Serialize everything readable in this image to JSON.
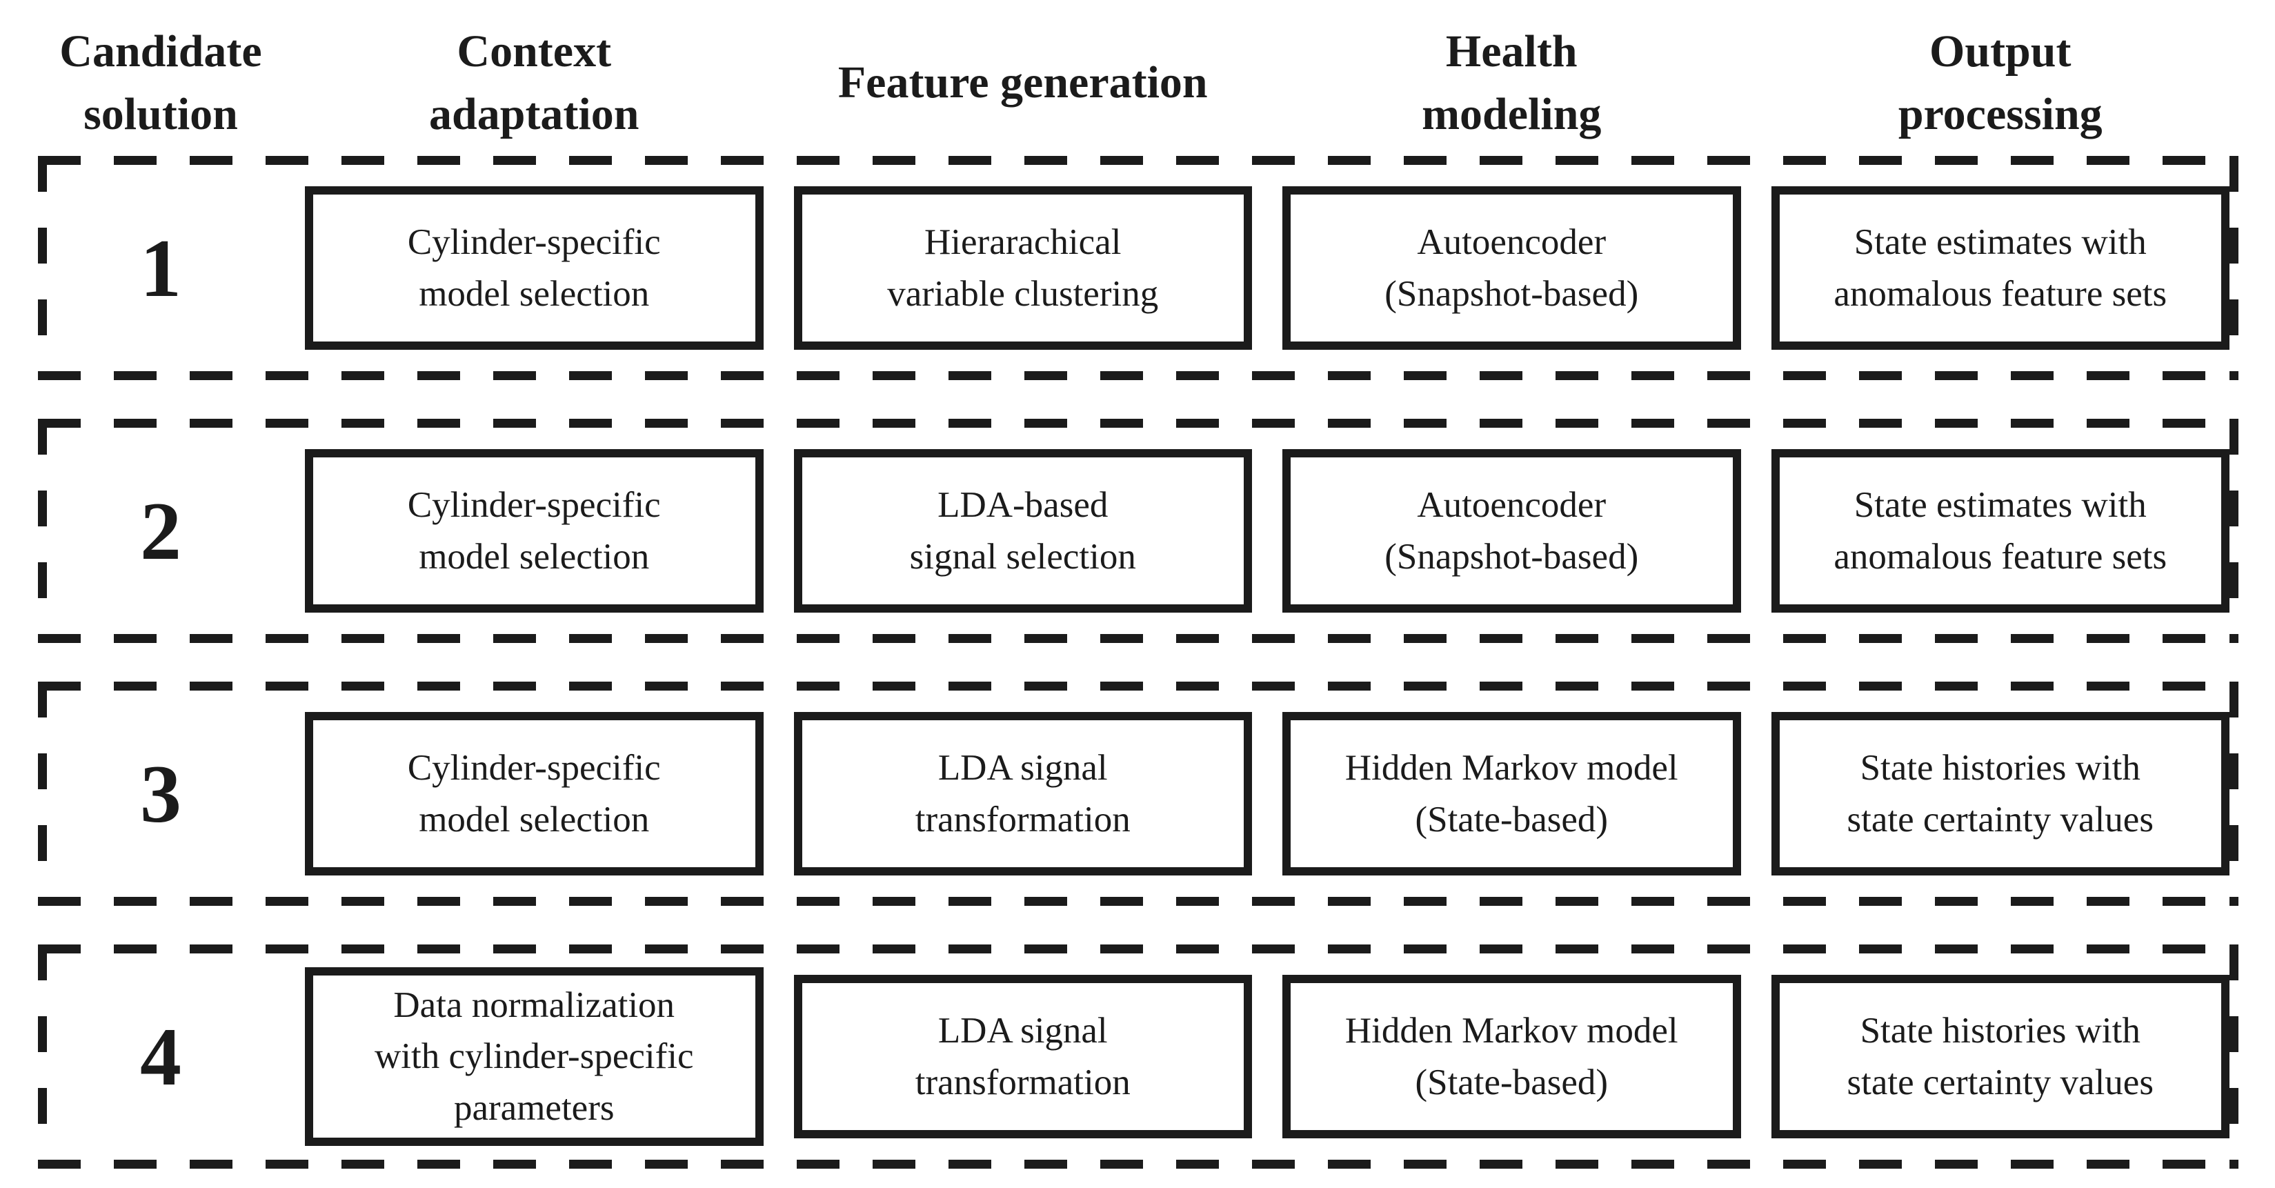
{
  "figure": {
    "title": "Candidate solution comparison table",
    "ink_color": "#1b1b1b",
    "background_color": "#ffffff",
    "headers": {
      "candidate_solution": "Candidate\nsolution",
      "context_adaptation": "Context\nadaptation",
      "feature_generation": "Feature generation",
      "health_modeling": "Health\nmodeling",
      "output_processing": "Output\nprocessing"
    },
    "rows": [
      {
        "number": "1",
        "context_adaptation": "Cylinder-specific\nmodel selection",
        "feature_generation": "Hierarachical\nvariable clustering",
        "health_modeling": "Autoencoder\n(Snapshot-based)",
        "output_processing": "State estimates with\nanomalous feature sets"
      },
      {
        "number": "2",
        "context_adaptation": "Cylinder-specific\nmodel selection",
        "feature_generation": "LDA-based\nsignal selection",
        "health_modeling": "Autoencoder\n(Snapshot-based)",
        "output_processing": "State estimates with\nanomalous feature sets"
      },
      {
        "number": "3",
        "context_adaptation": "Cylinder-specific\nmodel selection",
        "feature_generation": "LDA signal\ntransformation",
        "health_modeling": "Hidden Markov model\n(State-based)",
        "output_processing": "State histories with\nstate certainty values"
      },
      {
        "number": "4",
        "context_adaptation": "Data normalization\nwith cylinder-specific\nparameters",
        "feature_generation": "LDA signal\ntransformation",
        "health_modeling": "Hidden Markov model\n(State-based)",
        "output_processing": "State histories with\nstate certainty values"
      }
    ]
  }
}
